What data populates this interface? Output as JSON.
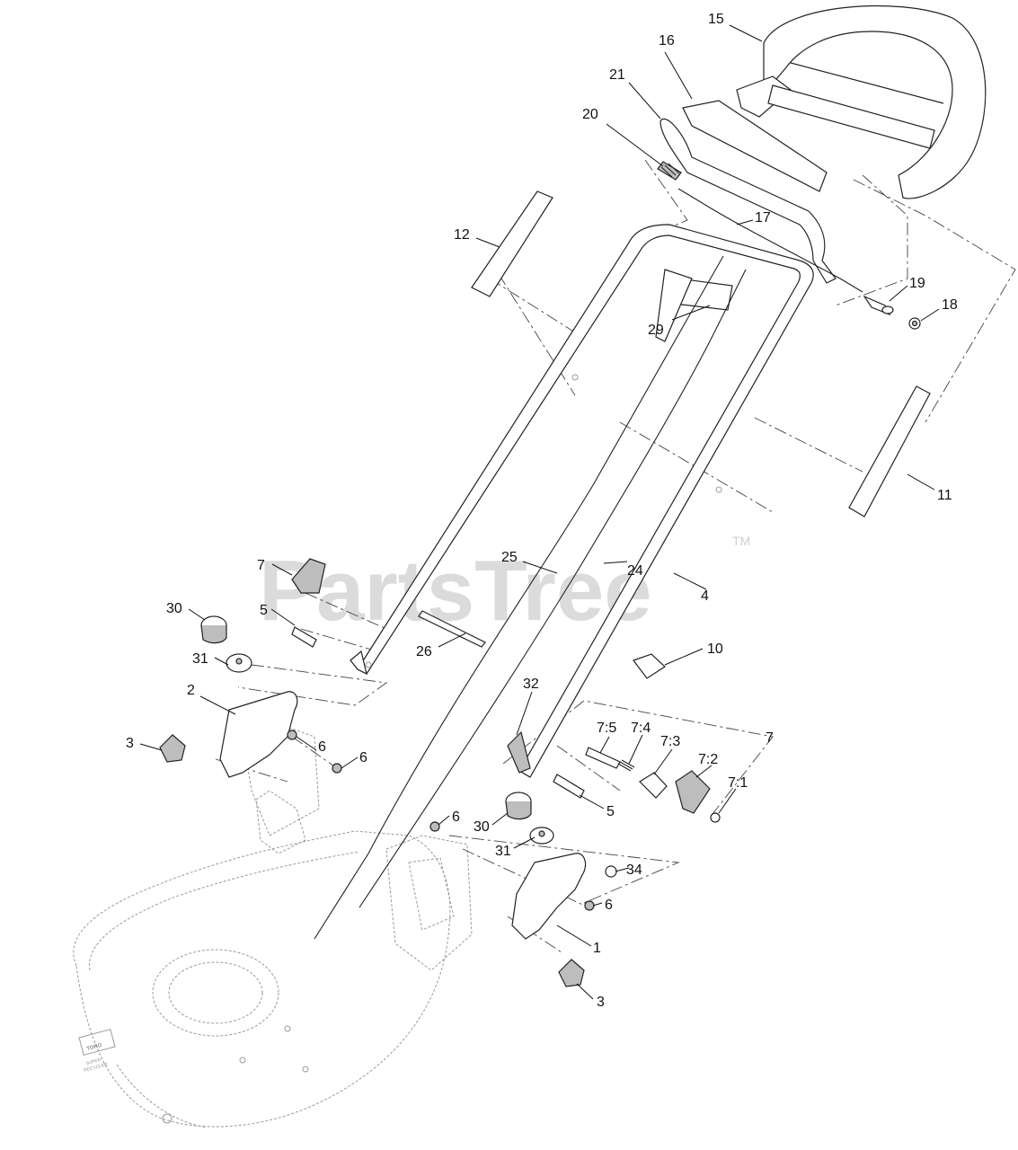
{
  "watermark": {
    "text": "PartsTree",
    "trademark": "TM"
  },
  "deck_badge": {
    "brand": "TORO",
    "line1": "SUPER",
    "line2": "RECYCLER"
  },
  "callouts": [
    "15",
    "16",
    "21",
    "20",
    "12",
    "17",
    "19",
    "18",
    "29",
    "11",
    "7",
    "30",
    "5",
    "25",
    "24",
    "4",
    "26",
    "31",
    "10",
    "3",
    "2",
    "6",
    "6",
    "32",
    "7:5",
    "7:4",
    "7:3",
    "7",
    "7:2",
    "7:1",
    "5",
    "6",
    "30",
    "31",
    "34",
    "6",
    "1",
    "3"
  ]
}
